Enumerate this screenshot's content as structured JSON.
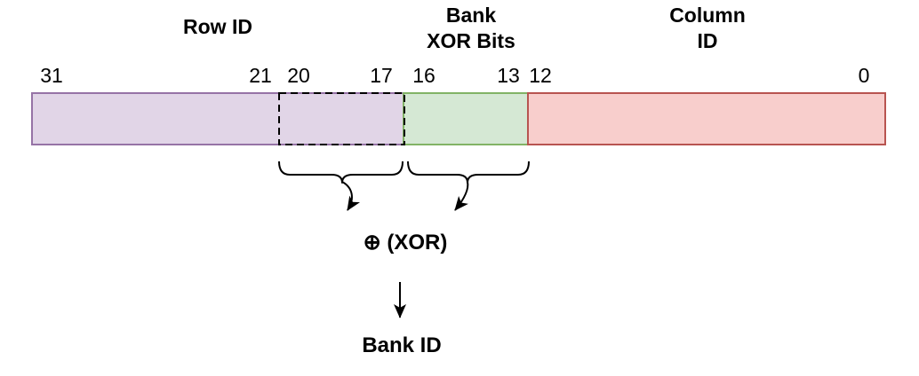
{
  "diagram": {
    "labels": {
      "row_field": "Row ID",
      "bank_field_line1": "Bank",
      "bank_field_line2": "XOR Bits",
      "column_field_line1": "Column",
      "column_field_line2": "ID",
      "xor_operation": "⊕ (XOR)",
      "output": "Bank ID"
    },
    "bit_numbers": [
      "31",
      "21",
      "20",
      "17",
      "16",
      "13",
      "12",
      "0"
    ],
    "segments": {
      "row_id": {
        "fill": "#E1D5E7",
        "stroke": "#9673A6"
      },
      "bank_xor": {
        "fill": "#D5E8D4",
        "stroke": "#82B366"
      },
      "column_id": {
        "fill": "#F8CECC",
        "stroke": "#B85450"
      }
    },
    "line_color": "#000000"
  }
}
